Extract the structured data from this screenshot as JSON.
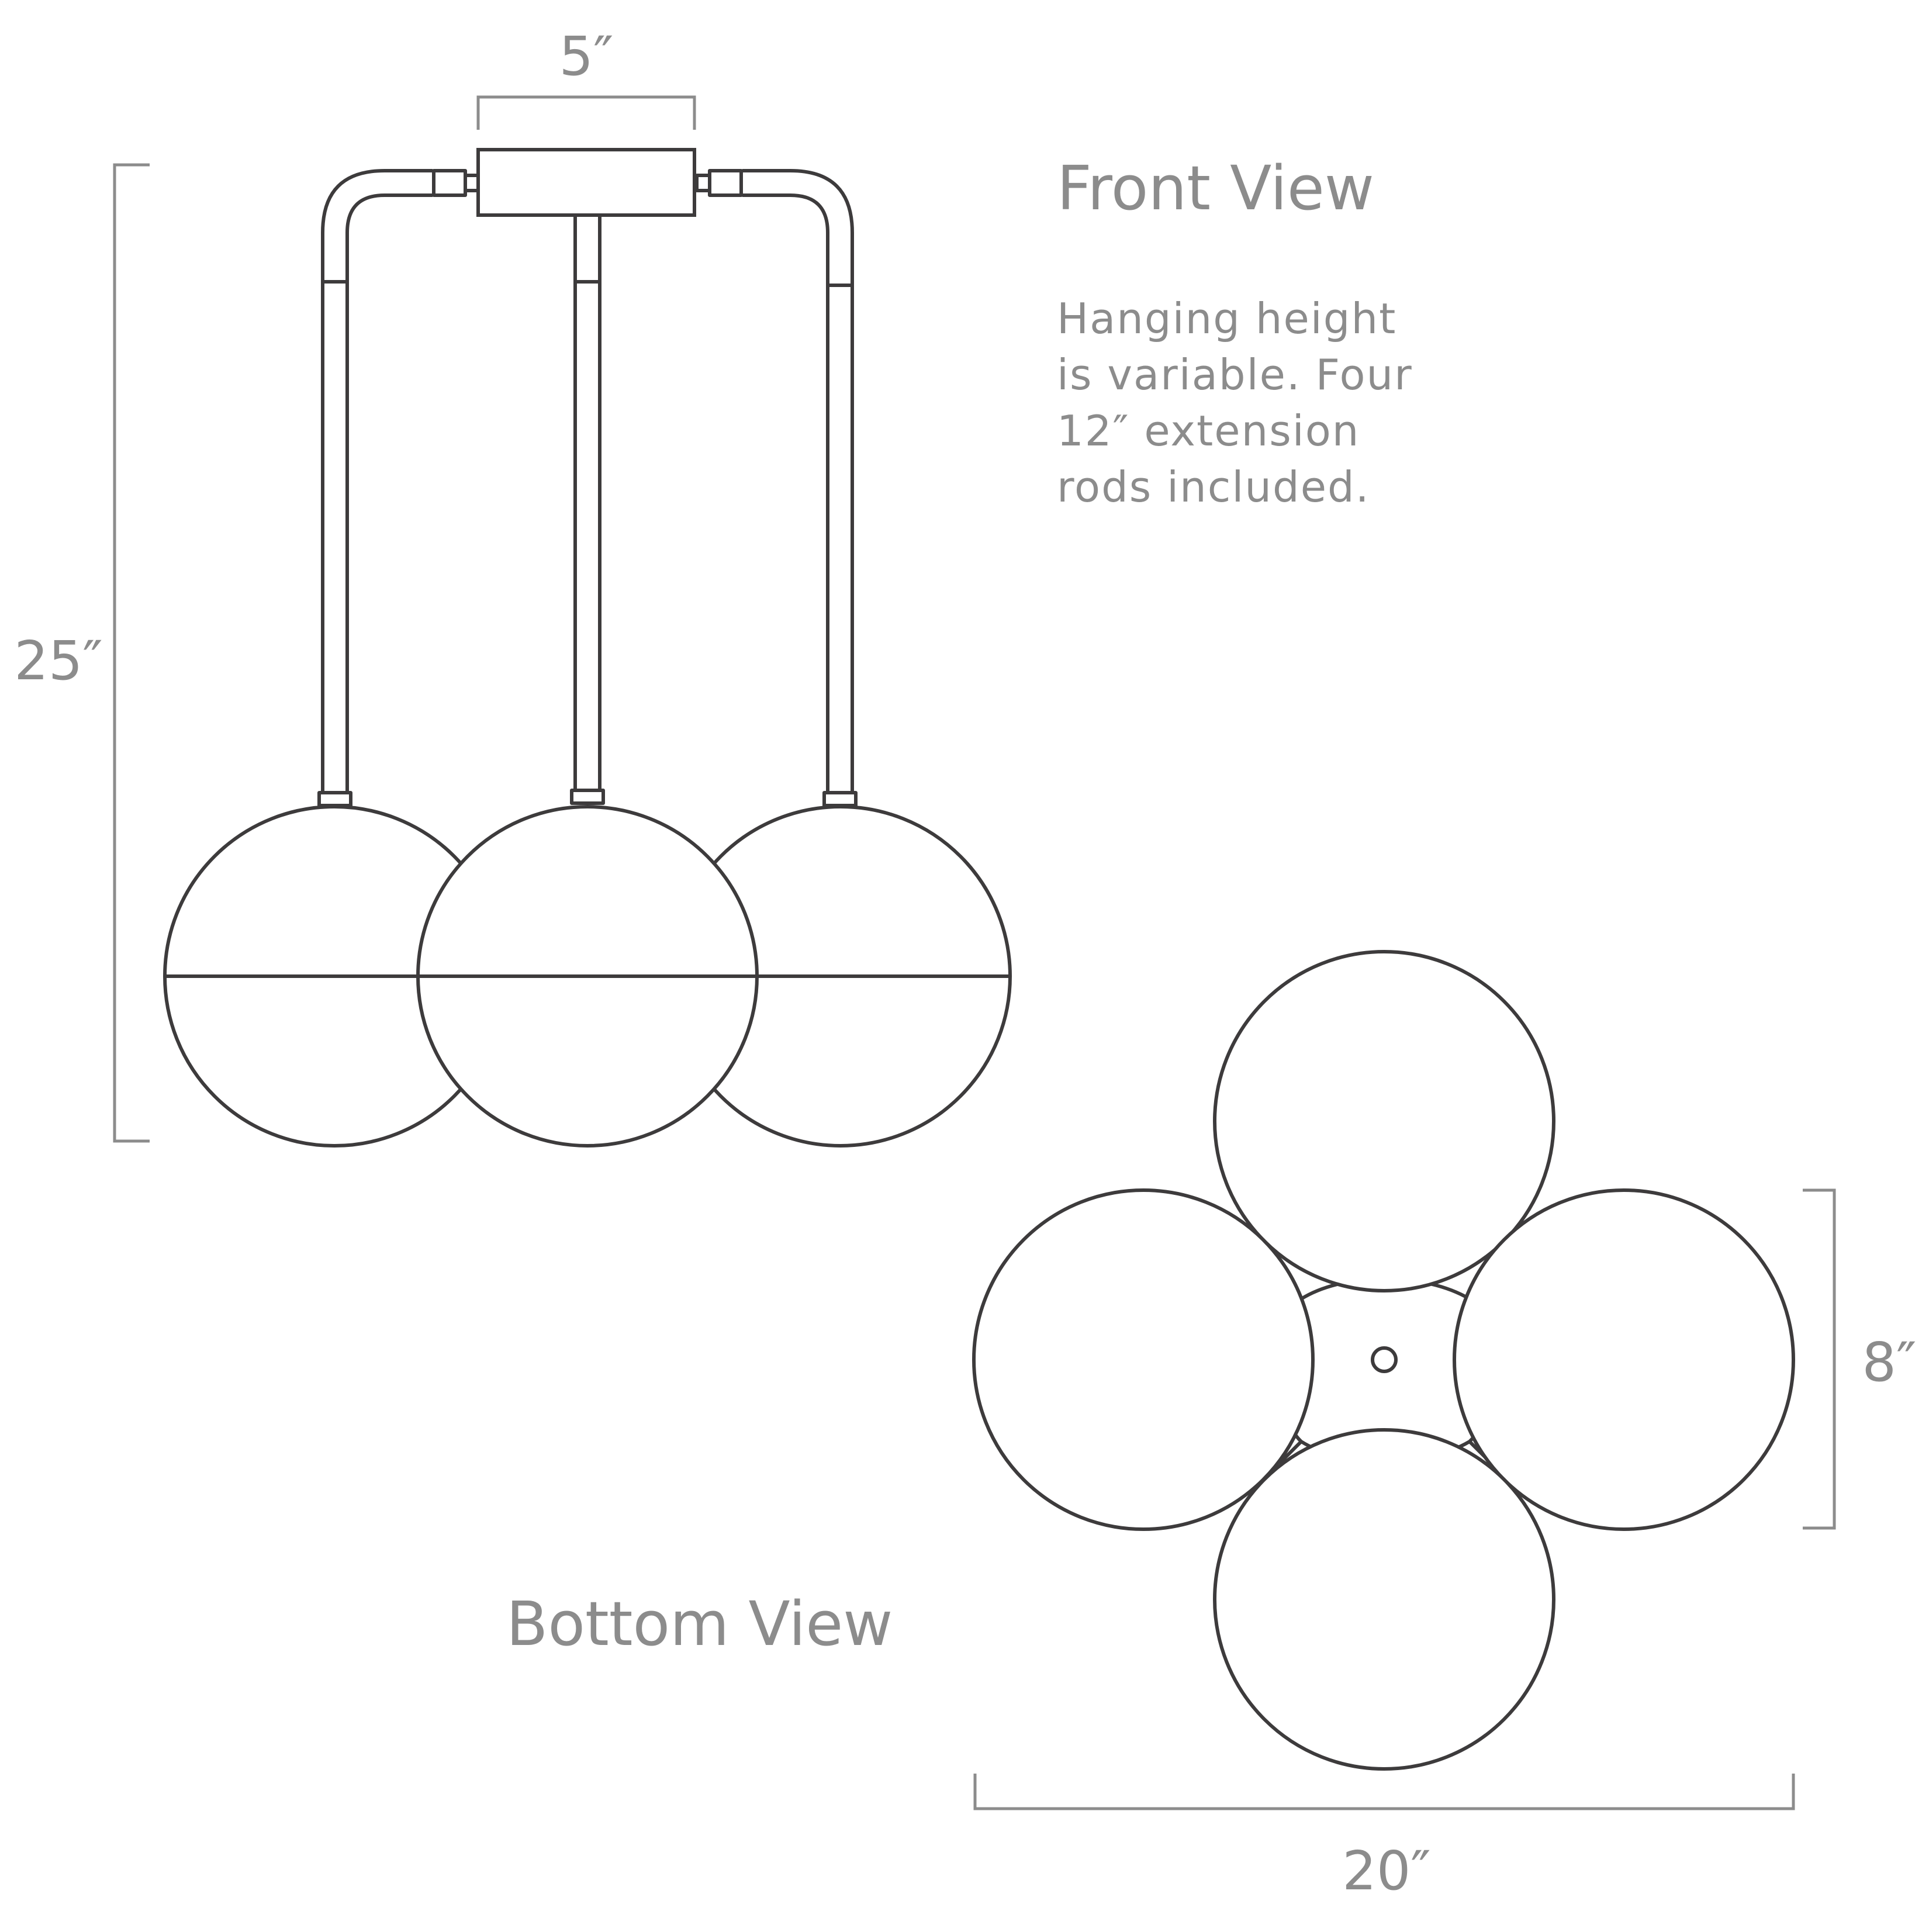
{
  "front_view": {
    "title": "Front View",
    "note_lines": [
      "Hanging height",
      "is variable. Four",
      "12″ extension",
      "rods included."
    ],
    "dimensions": {
      "canopy_width": "5″",
      "height": "25″"
    }
  },
  "bottom_view": {
    "title": "Bottom View",
    "dimensions": {
      "globe_diameter": "8″",
      "overall_width": "20″"
    }
  },
  "colors": {
    "line": "#3d3b3c",
    "annotation": "#8c8c8c",
    "background": "#ffffff"
  }
}
